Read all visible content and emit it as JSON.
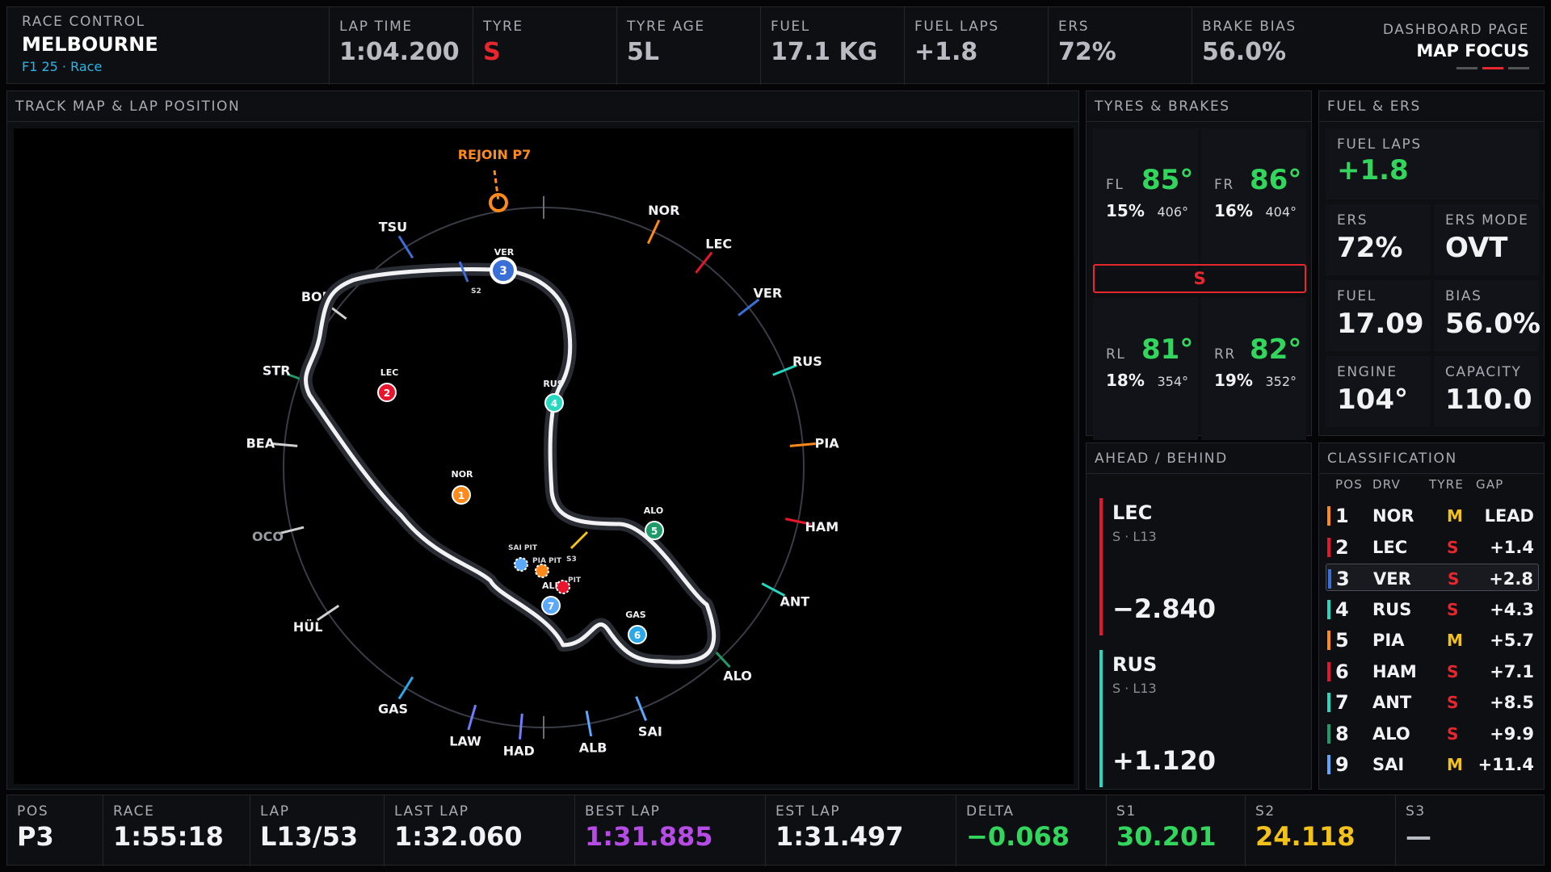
{
  "header": {
    "race_control_label": "RACE CONTROL",
    "circuit": "MELBOURNE",
    "session": "F1 25 · Race",
    "stats": [
      {
        "label": "LAP TIME",
        "value": "1:04.200",
        "color": "#b9bbc2"
      },
      {
        "label": "TYRE",
        "value": "S",
        "color": "#e8262d"
      },
      {
        "label": "TYRE AGE",
        "value": "5L",
        "color": "#b9bbc2"
      },
      {
        "label": "FUEL",
        "value": "17.1 KG",
        "color": "#b9bbc2"
      },
      {
        "label": "FUEL LAPS",
        "value": "+1.8",
        "color": "#b9bbc2"
      },
      {
        "label": "ERS",
        "value": "72%",
        "color": "#b9bbc2"
      },
      {
        "label": "BRAKE BIAS",
        "value": "56.0%",
        "color": "#b9bbc2"
      }
    ],
    "page_label": "DASHBOARD PAGE",
    "page_name": "MAP FOCUS"
  },
  "track_panel": {
    "title": "TRACK MAP & LAP POSITION",
    "rejoin_label": "REJOIN P7",
    "sector_labels": [
      "S2",
      "S3"
    ],
    "ring_drivers": [
      {
        "code": "NOR",
        "color": "#ff8a1c"
      },
      {
        "code": "LEC",
        "color": "#e8162d"
      },
      {
        "code": "VER",
        "color": "#3a6fd8"
      },
      {
        "code": "RUS",
        "color": "#27d8c0"
      },
      {
        "code": "PIA",
        "color": "#ff8a1c"
      },
      {
        "code": "HAM",
        "color": "#e8162d"
      },
      {
        "code": "ANT",
        "color": "#27d8c0"
      },
      {
        "code": "ALO",
        "color": "#1f9b6a"
      },
      {
        "code": "SAI",
        "color": "#5aa8ff"
      },
      {
        "code": "ALB",
        "color": "#5aa8ff"
      },
      {
        "code": "HAD",
        "color": "#6f7dff"
      },
      {
        "code": "LAW",
        "color": "#6f7dff"
      },
      {
        "code": "GAS",
        "color": "#2aa8e8"
      },
      {
        "code": "HÜL",
        "color": "#d0d0d0"
      },
      {
        "code": "OCO",
        "color": "#d0d0d0"
      },
      {
        "code": "BEA",
        "color": "#d0d0d0"
      },
      {
        "code": "STR",
        "color": "#1f9b6a"
      },
      {
        "code": "BOR",
        "color": "#d0d0d0"
      },
      {
        "code": "TSU",
        "color": "#3a6fd8"
      }
    ],
    "track_markers": [
      {
        "num": "1",
        "code": "NOR",
        "color": "#ff8a1c"
      },
      {
        "num": "2",
        "code": "LEC",
        "color": "#e8162d"
      },
      {
        "num": "3",
        "code": "VER",
        "color": "#3a6fd8"
      },
      {
        "num": "4",
        "code": "RUS",
        "color": "#27d8c0"
      },
      {
        "num": "5",
        "code": "ALO",
        "color": "#1f9b6a"
      },
      {
        "num": "6",
        "code": "GAS",
        "color": "#2aa8e8"
      },
      {
        "num": "7",
        "code": "ALB",
        "color": "#5aa8ff"
      }
    ],
    "pit_labels": [
      "SAI PIT",
      "PIA PIT",
      "PIT"
    ]
  },
  "tyres_panel": {
    "title": "TYRES & BRAKES",
    "compound": "S",
    "wheels": [
      {
        "pos": "FL",
        "temp": "85°",
        "wear": "15%",
        "brake": "406°"
      },
      {
        "pos": "FR",
        "temp": "86°",
        "wear": "16%",
        "brake": "404°"
      },
      {
        "pos": "RL",
        "temp": "81°",
        "wear": "18%",
        "brake": "354°"
      },
      {
        "pos": "RR",
        "temp": "82°",
        "wear": "19%",
        "brake": "352°"
      }
    ]
  },
  "fuel_panel": {
    "title": "FUEL & ERS",
    "fuel_laps_label": "FUEL LAPS",
    "fuel_laps": "+1.8",
    "cells": [
      {
        "label": "ERS",
        "value": "72%"
      },
      {
        "label": "ERS MODE",
        "value": "OVT"
      },
      {
        "label": "FUEL",
        "value": "17.09"
      },
      {
        "label": "BIAS",
        "value": "56.0%"
      },
      {
        "label": "ENGINE",
        "value": "104°"
      },
      {
        "label": "CAPACITY",
        "value": "110.0"
      }
    ]
  },
  "ahead_behind": {
    "title": "AHEAD / BEHIND",
    "ahead": {
      "code": "LEC",
      "sub": "S · L13",
      "gap": "−2.840",
      "color": "#e8162d"
    },
    "behind": {
      "code": "RUS",
      "sub": "S · L13",
      "gap": "+1.120",
      "color": "#27d8c0"
    }
  },
  "classification": {
    "title": "CLASSIFICATION",
    "headers": {
      "pos": "POS",
      "drv": "DRV",
      "tyre": "TYRE",
      "gap": "GAP"
    },
    "rows": [
      {
        "pos": "1",
        "drv": "NOR",
        "tyre": "M",
        "gap": "LEAD",
        "color": "#ff8a1c"
      },
      {
        "pos": "2",
        "drv": "LEC",
        "tyre": "S",
        "gap": "+1.4",
        "color": "#e8162d"
      },
      {
        "pos": "3",
        "drv": "VER",
        "tyre": "S",
        "gap": "+2.8",
        "color": "#3a6fd8"
      },
      {
        "pos": "4",
        "drv": "RUS",
        "tyre": "S",
        "gap": "+4.3",
        "color": "#27d8c0"
      },
      {
        "pos": "5",
        "drv": "PIA",
        "tyre": "M",
        "gap": "+5.7",
        "color": "#ff8a1c"
      },
      {
        "pos": "6",
        "drv": "HAM",
        "tyre": "S",
        "gap": "+7.1",
        "color": "#e8162d"
      },
      {
        "pos": "7",
        "drv": "ANT",
        "tyre": "S",
        "gap": "+8.5",
        "color": "#27d8c0"
      },
      {
        "pos": "8",
        "drv": "ALO",
        "tyre": "S",
        "gap": "+9.9",
        "color": "#1f9b6a"
      },
      {
        "pos": "9",
        "drv": "SAI",
        "tyre": "M",
        "gap": "+11.4",
        "color": "#5aa8ff"
      }
    ]
  },
  "footer": [
    {
      "label": "POS",
      "value": "P3",
      "color": "#f2f2f5"
    },
    {
      "label": "RACE",
      "value": "1:55:18",
      "color": "#f2f2f5"
    },
    {
      "label": "LAP",
      "value": "L13/53",
      "color": "#f2f2f5"
    },
    {
      "label": "LAST LAP",
      "value": "1:32.060",
      "color": "#f2f2f5"
    },
    {
      "label": "BEST LAP",
      "value": "1:31.885",
      "color": "#b64be6"
    },
    {
      "label": "EST LAP",
      "value": "1:31.497",
      "color": "#f2f2f5"
    },
    {
      "label": "DELTA",
      "value": "−0.068",
      "color": "#33d65c"
    },
    {
      "label": "S1",
      "value": "30.201",
      "color": "#33d65c"
    },
    {
      "label": "S2",
      "value": "24.118",
      "color": "#f2c21a"
    },
    {
      "label": "S3",
      "value": "—",
      "color": "#b9bbc2"
    }
  ],
  "colors": {
    "soft": "#e8262d",
    "medium": "#f2c21a",
    "green": "#33d65c",
    "accent_red": "#e8262d"
  }
}
